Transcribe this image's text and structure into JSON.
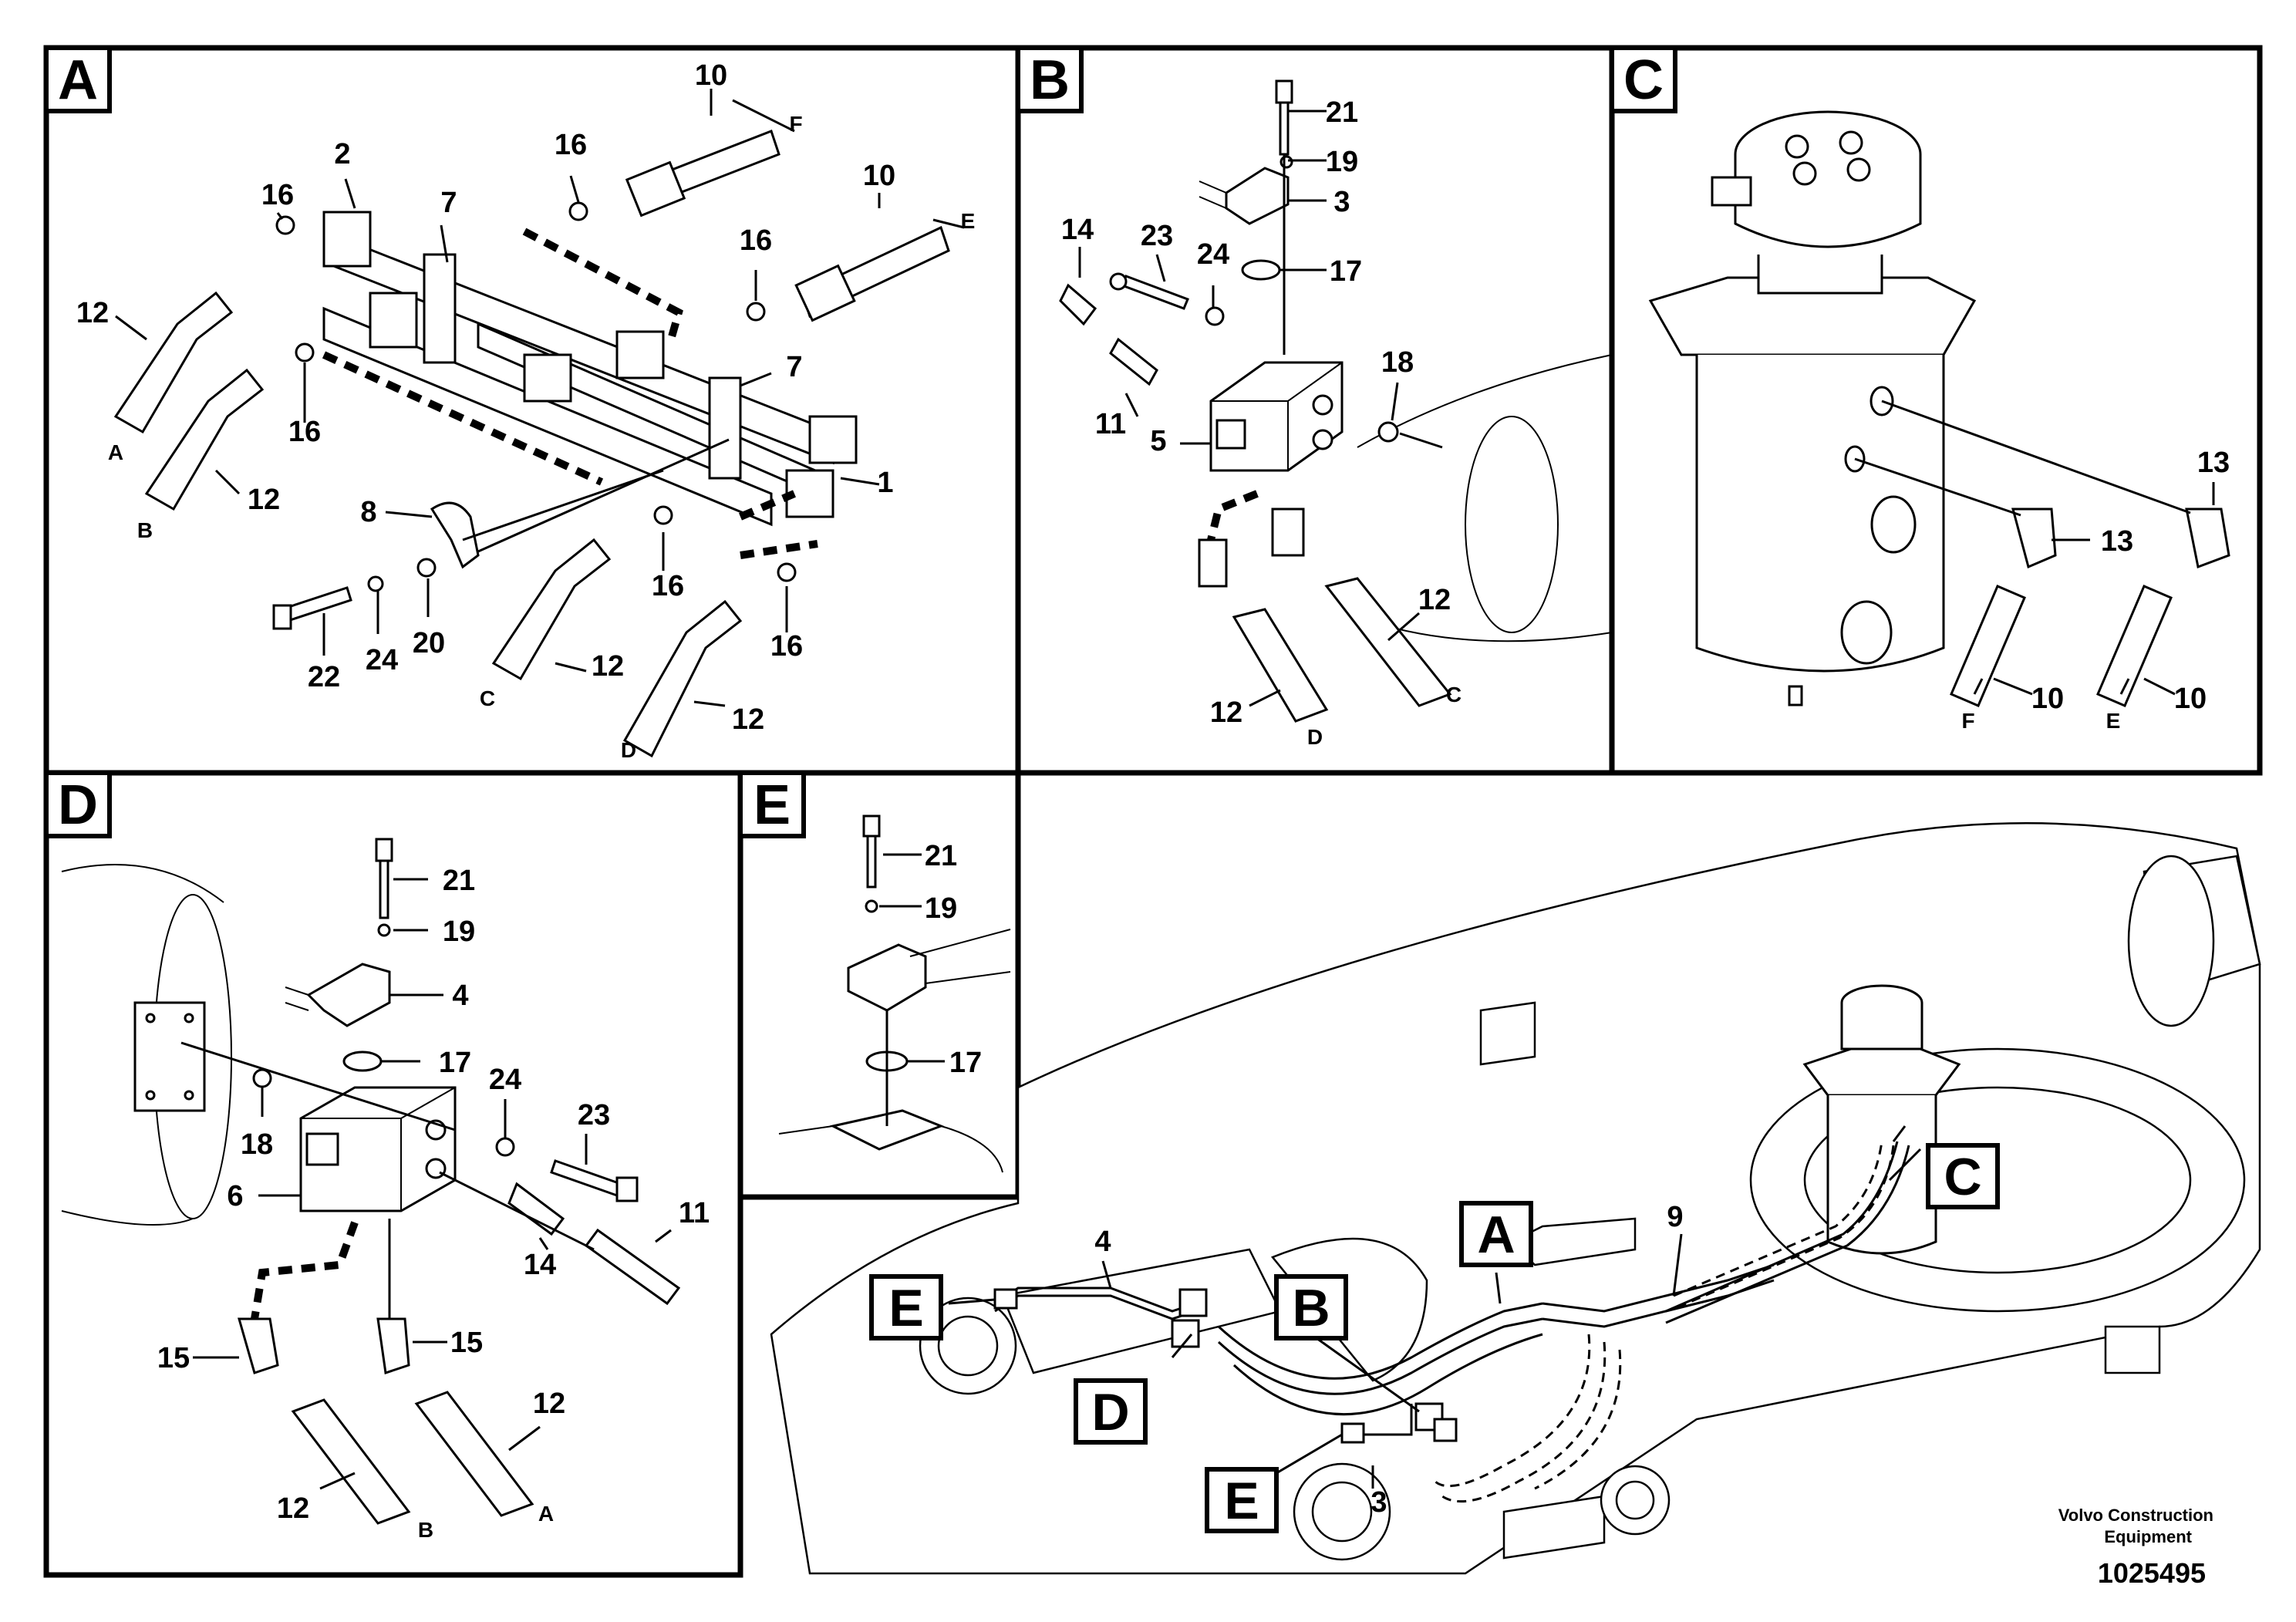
{
  "panels": {
    "a": {
      "tag": "A",
      "numbers": [
        "10",
        "16",
        "2",
        "16",
        "7",
        "10",
        "16",
        "12",
        "16",
        "7",
        "1",
        "12",
        "8",
        "16",
        "24",
        "20",
        "22",
        "12",
        "16",
        "12"
      ],
      "letters": [
        "F",
        "E",
        "A",
        "B",
        "C",
        "D"
      ]
    },
    "b": {
      "tag": "B",
      "numbers": [
        "21",
        "19",
        "3",
        "14",
        "23",
        "24",
        "17",
        "18",
        "11",
        "5",
        "12",
        "12"
      ],
      "letters": [
        "D",
        "C"
      ]
    },
    "c": {
      "tag": "C",
      "numbers": [
        "13",
        "13",
        "10",
        "10"
      ],
      "letters": [
        "F",
        "E"
      ]
    },
    "d": {
      "tag": "D",
      "numbers": [
        "21",
        "19",
        "4",
        "17",
        "24",
        "23",
        "18",
        "6",
        "11",
        "14",
        "15",
        "15",
        "12",
        "12"
      ],
      "letters": [
        "B",
        "A"
      ]
    },
    "e": {
      "tag": "E",
      "numbers": [
        "21",
        "19",
        "17"
      ]
    }
  },
  "overview": {
    "callouts": [
      "E",
      "D",
      "B",
      "A",
      "C",
      "E"
    ],
    "numbers": [
      "4",
      "9",
      "3"
    ]
  },
  "footer": {
    "company_line1": "Volvo Construction",
    "company_line2": "Equipment",
    "figure_number": "1025495"
  }
}
